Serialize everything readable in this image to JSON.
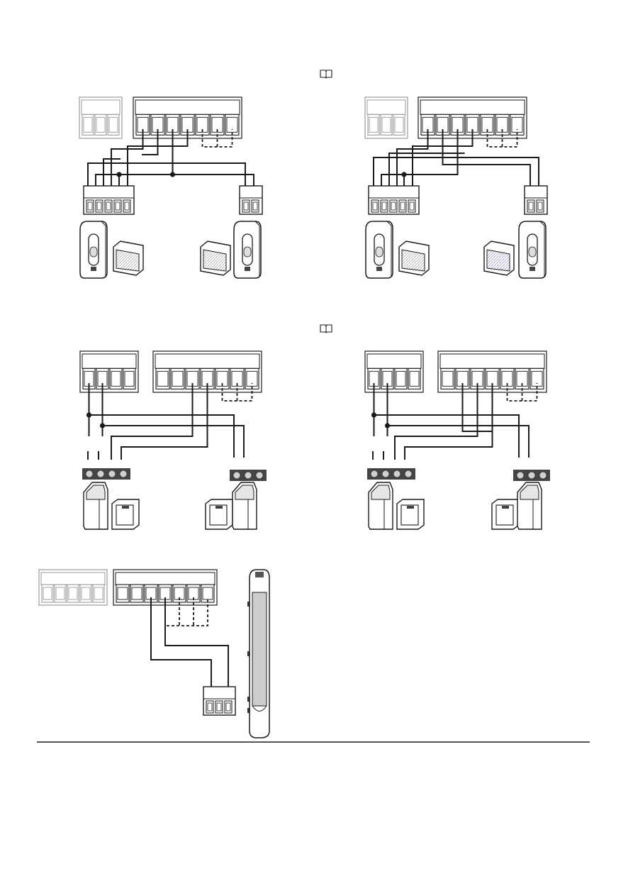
{
  "page": {
    "section_icons": [
      "book-icon",
      "book-icon"
    ]
  },
  "diagrams": [
    {
      "name": "photocell-wiring-a",
      "device_pair": [
        "photocell-transmitter",
        "photocell-receiver"
      ]
    },
    {
      "name": "photocell-wiring-b",
      "device_pair": [
        "photocell-transmitter",
        "photocell-receiver"
      ]
    },
    {
      "name": "photocell-wiring-c",
      "device_pair": [
        "photocell-transmitter",
        "photocell-receiver"
      ]
    },
    {
      "name": "photocell-wiring-d",
      "device_pair": [
        "photocell-transmitter",
        "photocell-receiver"
      ]
    },
    {
      "name": "safety-edge-wiring",
      "device_pair": [
        "safety-edge"
      ]
    }
  ],
  "colors": {
    "line": "#1a1a1a",
    "faint": "#9a9a9a",
    "fill_gray": "#cccccc"
  }
}
